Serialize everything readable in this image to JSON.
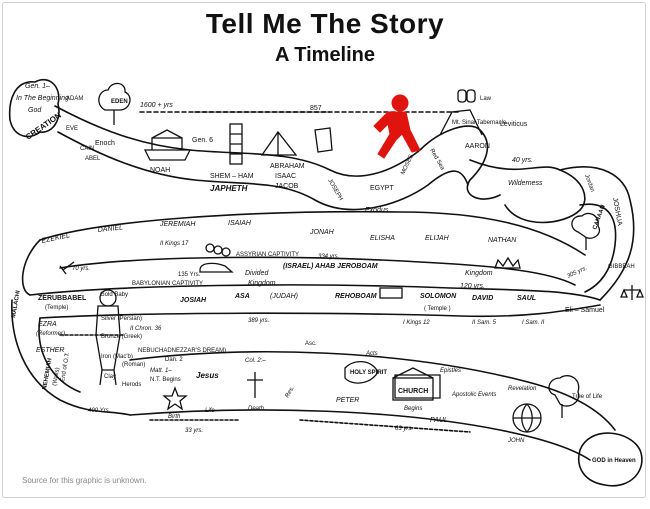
{
  "title": "Tell Me The Story",
  "subtitle": "A Timeline",
  "source_note": "Source for this graphic is unknown.",
  "labels": {
    "gen1": "Gen. 1–",
    "in_the_beginning": "In The Beginning",
    "god": "God",
    "creation": "CREATION",
    "adam": "ADAM",
    "eve": "EVE",
    "cain": "CAIN",
    "abel": "ABEL",
    "eden": "EDEN",
    "yrs_1600": "1600 + yrs",
    "enoch": "Enoch",
    "noah": "NOAH",
    "gen6": "Gen. 6",
    "shem_ham": "SHEM – HAM",
    "japheth": "JAPHETH",
    "abraham": "ABRAHAM",
    "isaac": "ISAAC",
    "jacob": "JACOB",
    "joseph": "JOSEPH",
    "yrs_857": "857",
    "egypt": "EGYPT",
    "moses": "MOSES",
    "red_sea": "Red Sea",
    "exodus": "Exodus",
    "law": "Law",
    "mt_sinai": "Mt. Sinai Tabernacle",
    "aaron": "AARON",
    "leviticus": "Leviticus",
    "yrs_40": "40 yrs.",
    "wilderness": "Wilderness",
    "jordan": "Jordan",
    "joshua": "JOSHUA",
    "canaan": "CANAAN",
    "ezekiel": "EZEKIEL",
    "daniel": "DANIEL",
    "jeremiah": "JEREMIAH",
    "isaiah": "ISAIAH",
    "jonah": "JONAH",
    "elisha": "ELISHA",
    "elijah": "ELIJAH",
    "nathan": "NATHAN",
    "kings17": "II Kings 17",
    "assyrian": "ASSYRIAN CAPTIVITY",
    "yrs_334": "334 yrs.",
    "israel_ahab": "(ISRAEL) AHAB JEROBOAM",
    "kingdom": "Kingdom",
    "yrs_120": "120 yrs.",
    "yrs_305": "305 yrs.",
    "gibbeah": "GIBBEAH",
    "malachi": "MALACHI",
    "yrs_70": "70 yrs.",
    "babylonian": "BABYLONIAN CAPTIVITY",
    "yrs_135": "135 Yrs.",
    "divided": "Divided",
    "kingdom2": "Kingdom",
    "zerubbabel": "ZERUBBABEL",
    "temple": "(Temple)",
    "josiah": "JOSIAH",
    "asa": "ASA",
    "judah": "(JUDAH)",
    "rehoboam": "REHOBOAM",
    "solomon": "SOLOMON",
    "temple2": "( Temple )",
    "david": "DAVID",
    "saul": "SAUL",
    "eli_samuel": "Eli – Samuel",
    "yrs_389": "389 yrs.",
    "kings12": "I Kings 12",
    "sam5": "II Sam. 5",
    "sam11": "I Sam. II",
    "ezra": "EZRA",
    "reformer": "(Reformer)",
    "chron36": "II Chron. 36",
    "esther": "ESTHER",
    "nebuchadnezzar": "NEBUCHADNEZZAR'S DREAM)",
    "dan2": "Dan. 2",
    "nehemiah": "NEHEMIAH",
    "walls": "(Walls)",
    "gold": "Gold Baby",
    "silver": "Silver (Persian)",
    "bronze": "Bronze (Greek)",
    "iron": "Iron (Mac'b)",
    "clay": "Clay",
    "roman": "(Roman)",
    "herods": "Herods",
    "end_ot": "End of O.T.",
    "yrs_400": "400 Yrs.",
    "matt1": "Matt. 1–",
    "nt_begins": "N.T. Begins",
    "jesus": "Jesus",
    "birth": "Birth",
    "life": "Life",
    "col2": "Col. 2:–",
    "death": "Death",
    "res": "Res.",
    "asc": "Asc.",
    "acts": "Acts",
    "holy_spirit": "HOLY SPIRIT",
    "church": "CHURCH",
    "begins": "Begins",
    "epistles": "Epistles",
    "apostolic": "Apostolic Events",
    "revelation": "Revelation",
    "peter": "PETER",
    "paul": "PAUL",
    "john": "JOHN",
    "tree_of_life": "Tree of Life",
    "god_in_heaven": "GOD in Heaven",
    "yrs_33": "33 yrs.",
    "yrs_63": "63 yrs."
  },
  "colors": {
    "ink": "#111111",
    "runner": "#e0140f"
  },
  "icons": [
    "tree-icon",
    "ark-icon",
    "tower-icon",
    "tent-icon",
    "coat-icon",
    "runner-icon",
    "tablets-icon",
    "mountain-icon",
    "chains-icon",
    "sandal-icon",
    "crown-icon",
    "scroll-icon",
    "statue-icon",
    "star-icon",
    "cross-icon",
    "dove-icon",
    "church-icon",
    "globe-icon",
    "scales-icon",
    "sword-icon"
  ]
}
